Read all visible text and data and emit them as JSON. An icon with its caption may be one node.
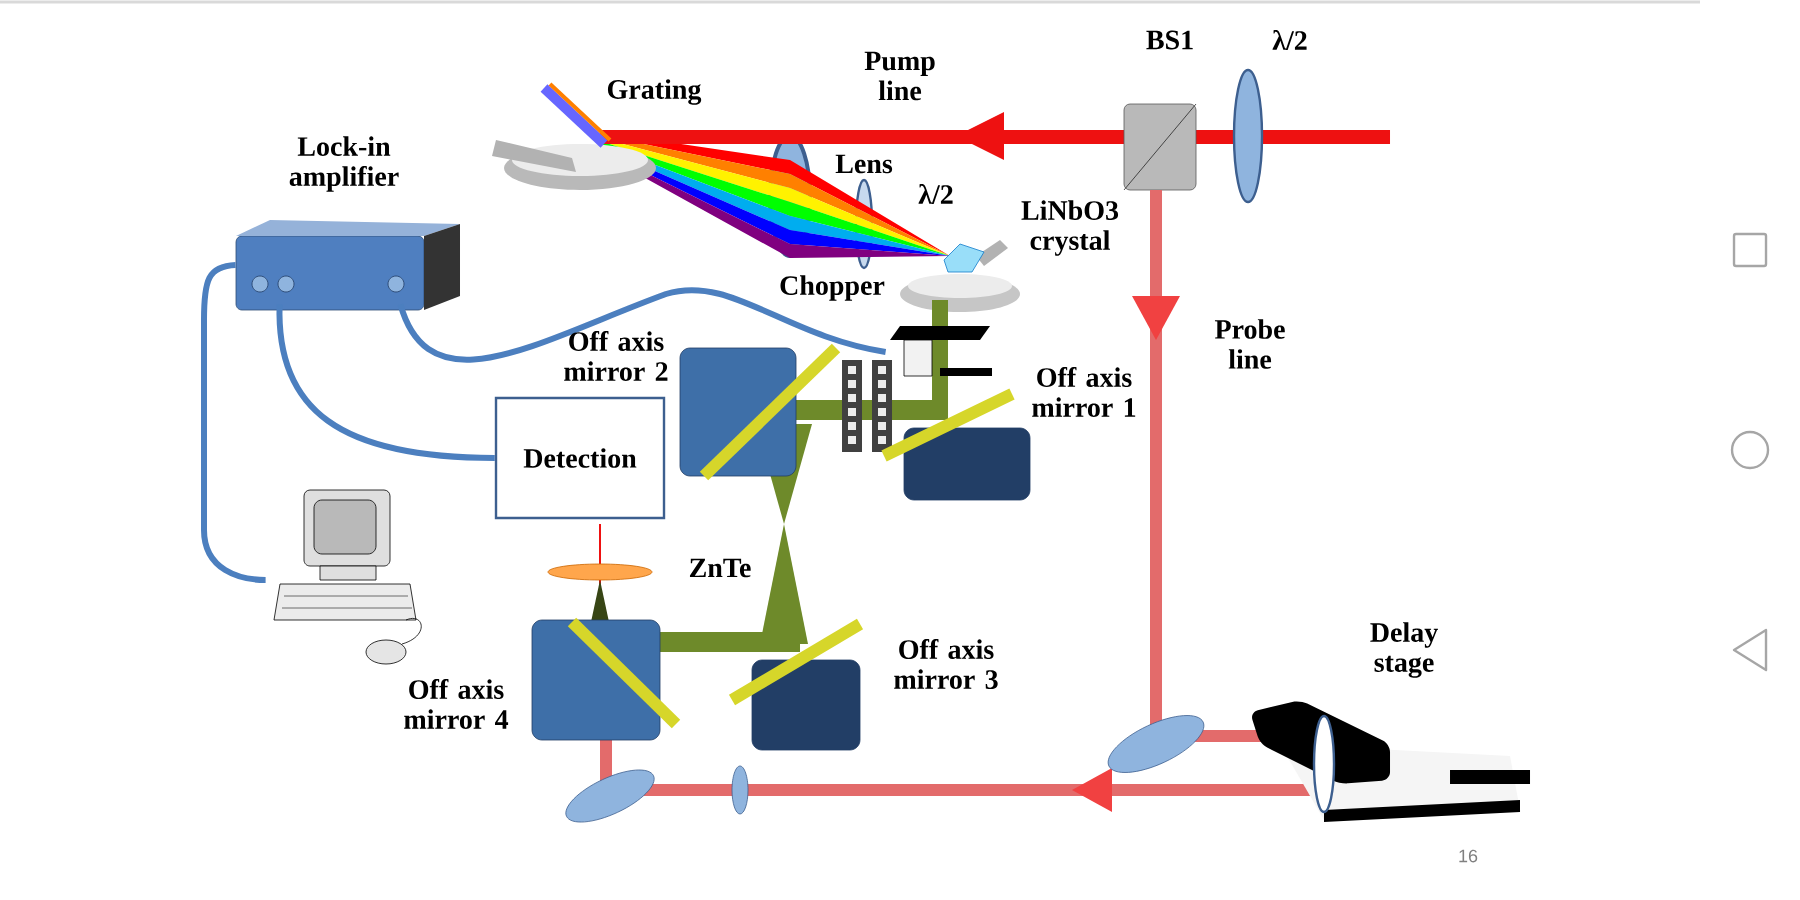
{
  "diagram": {
    "nodes": [
      {
        "text": [],
        "shape": "picture",
        "beside": [
          "Lock-in amplifier"
        ]
      },
      {
        "text": [
          "Detection"
        ]
      },
      {
        "text": [],
        "shape": "picture"
      },
      {
        "text": [],
        "shape": "picture",
        "beside": [
          "Chopper"
        ]
      }
    ],
    "edges": [
      {
        "from": 0,
        "to": 1,
        "arrow": "none"
      },
      {
        "from": 0,
        "to": 2,
        "arrow": "none"
      },
      {
        "from": 0,
        "to": 3,
        "arrow": "none"
      }
    ],
    "labels": [
      "Grating",
      "Pump line",
      "BS1",
      "λ/2",
      "Lens",
      "λ/2",
      "LiNbO3 crystal",
      "Off axis mirror 2",
      "Off axis mirror 1",
      "Probe line",
      "ZnTe",
      "Off axis mirror 3",
      "Off axis mirror 4",
      "Delay stage",
      "16"
    ]
  }
}
